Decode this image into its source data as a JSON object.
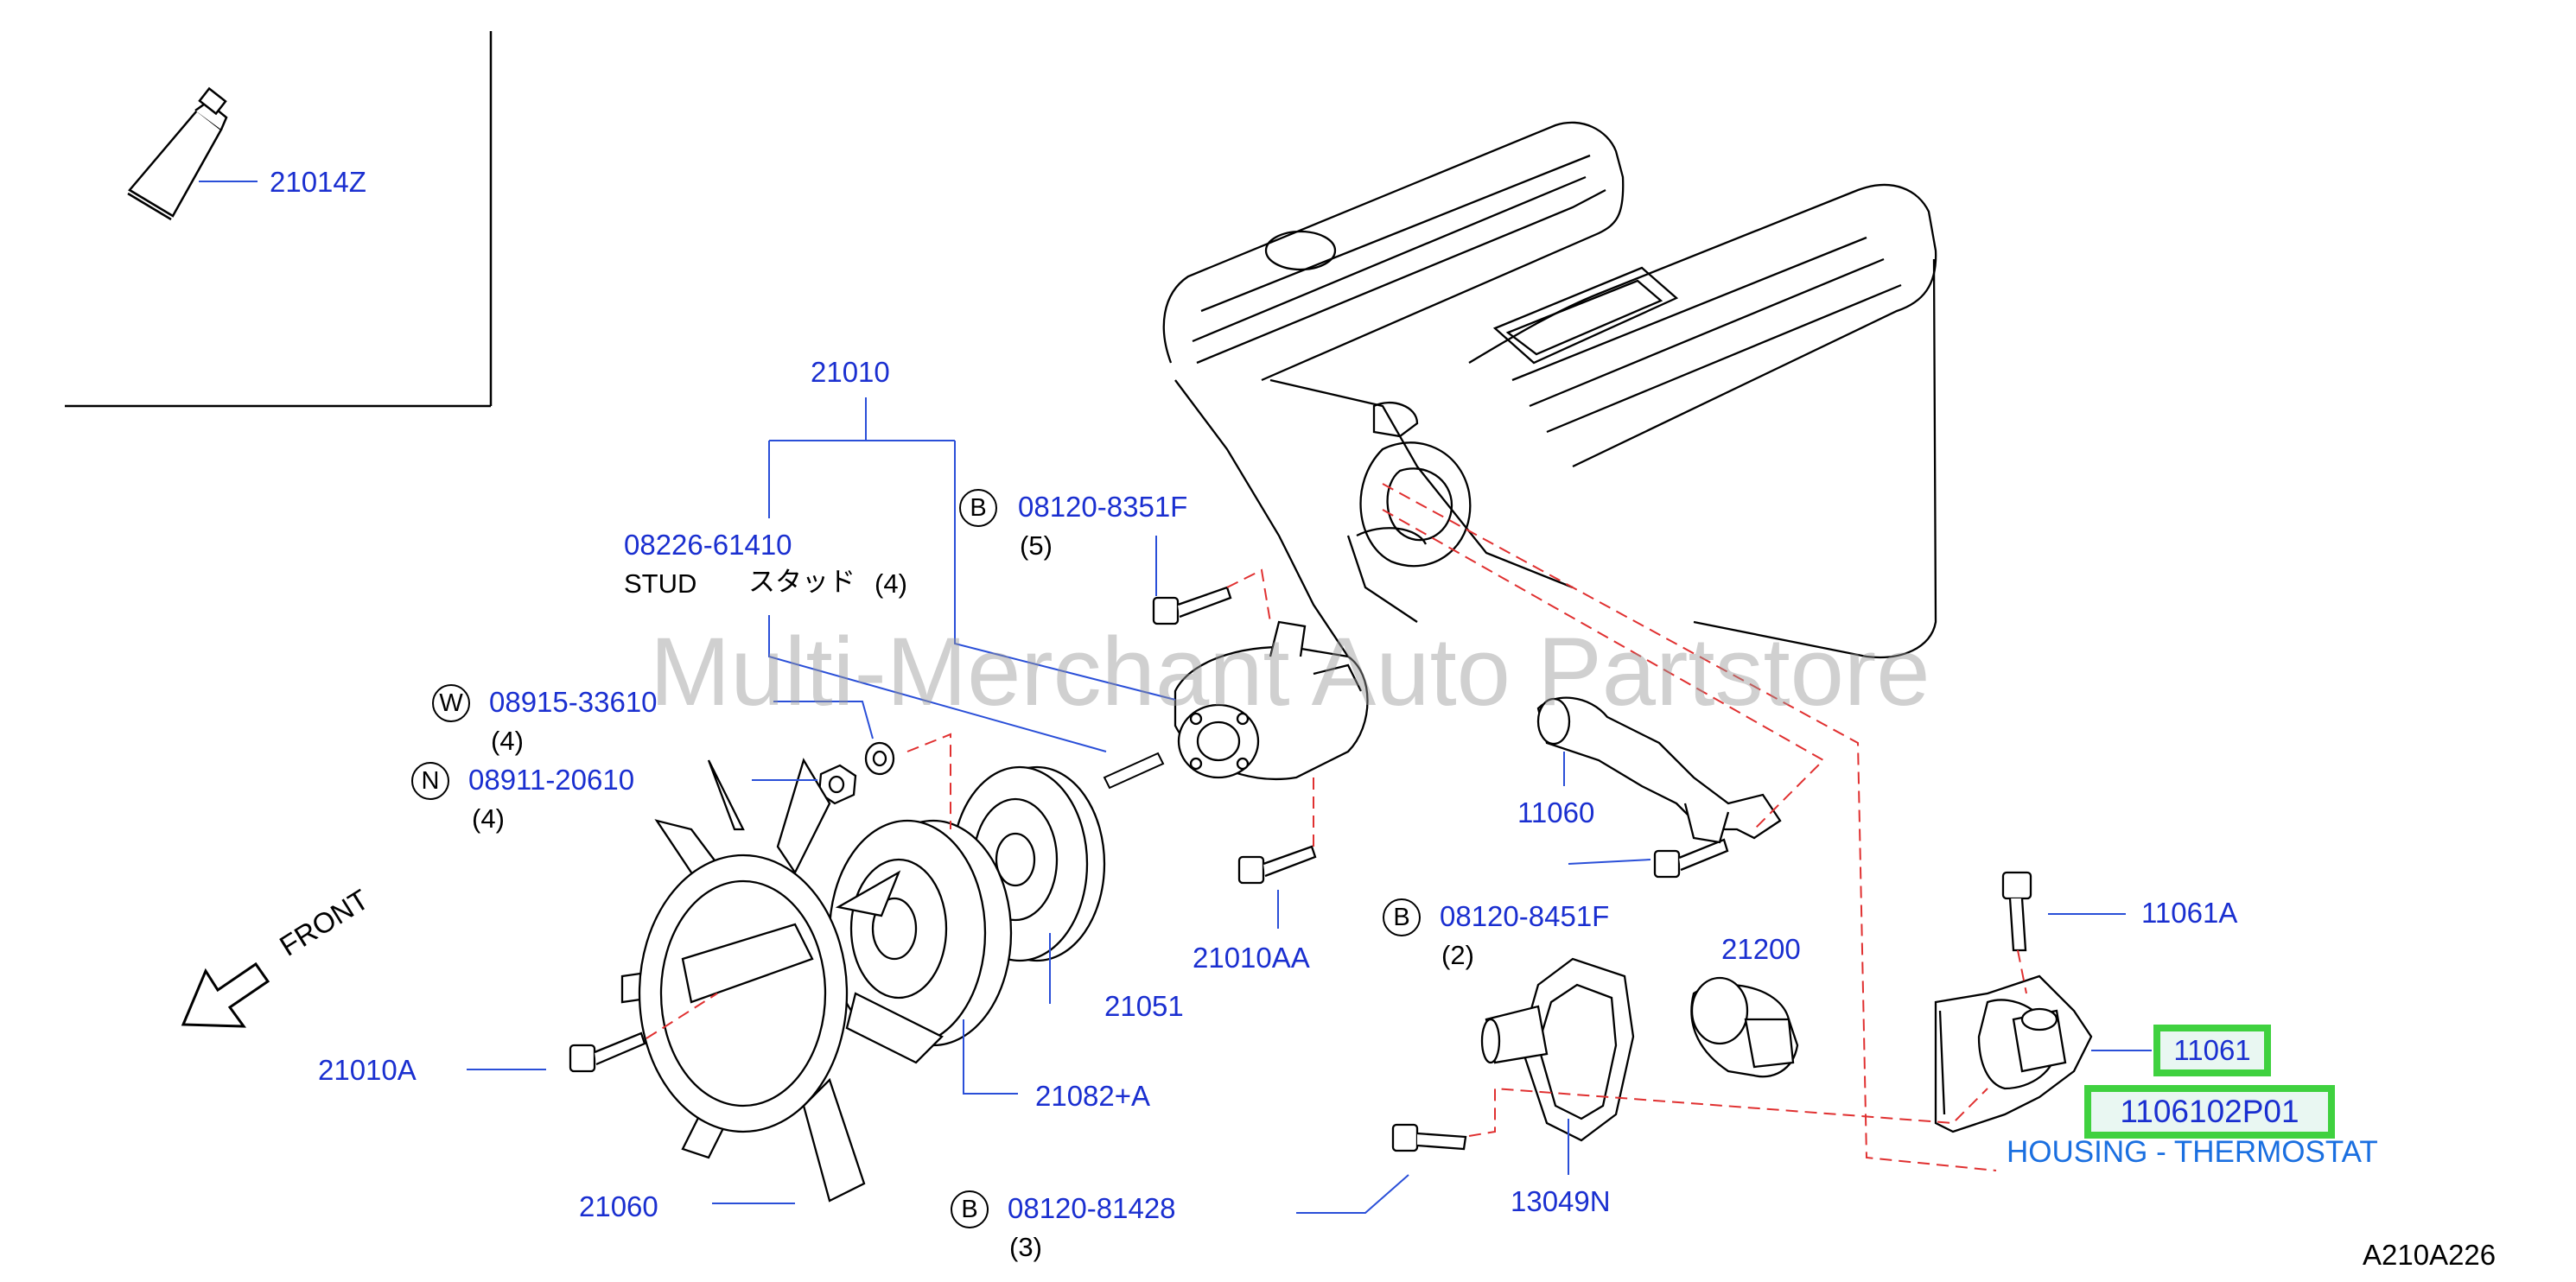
{
  "diagram": {
    "parts": {
      "p21014z": "21014Z",
      "p21010": "21010",
      "p0822661410": "08226-61410",
      "stud_en": "STUD",
      "stud_jp": "スタッド",
      "stud_qty": "(4)",
      "b_081208351f": "08120-8351F",
      "b_081208351f_qty": "(5)",
      "w_0891533610": "08915-33610",
      "w_qty": "(4)",
      "n_0891120610": "08911-20610",
      "n_qty": "(4)",
      "p11060": "11060",
      "p21010aa": "21010AA",
      "b_081208451f": "08120-8451F",
      "b_081208451f_qty": "(2)",
      "p21200": "21200",
      "p11061a": "11061A",
      "p11061": "11061",
      "p1106102p01": "1106102P01",
      "housing_desc": "HOUSING - THERMOSTAT",
      "p21051": "21051",
      "p21082a": "21082+A",
      "p21010a": "21010A",
      "p21060": "21060",
      "b_0812081428": "08120-81428",
      "b_0812081428_qty": "(3)",
      "p13049n": "13049N"
    },
    "markers": {
      "B": "B",
      "W": "W",
      "N": "N"
    },
    "front_label": "FRONT",
    "diagram_code": "A210A226",
    "watermark": "Multi-Merchant Auto Partstore",
    "colors": {
      "part_number": "#1a2fd0",
      "highlight_border": "#3fd13f",
      "highlight_fill": "#e9f7f2",
      "leader_line": "#2a4fd8",
      "dashed_line": "#e03030",
      "description": "#1a6fe0"
    }
  }
}
